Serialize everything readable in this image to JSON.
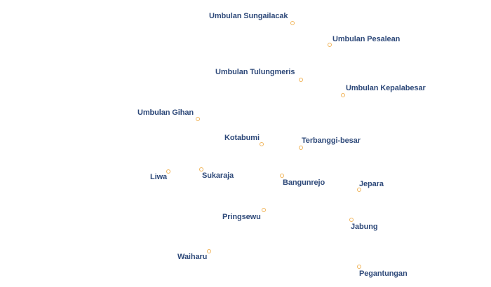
{
  "places": [
    {
      "name": "Umbulan Sungailacak"
    },
    {
      "name": "Umbulan Pesalean"
    },
    {
      "name": "Umbulan Tulungmeris"
    },
    {
      "name": "Umbulan Kepalabesar"
    },
    {
      "name": "Umbulan Gihan"
    },
    {
      "name": "Kotabumi"
    },
    {
      "name": "Terbanggi-besar"
    },
    {
      "name": "Liwa"
    },
    {
      "name": "Sukaraja"
    },
    {
      "name": "Bangunrejo"
    },
    {
      "name": "Jepara"
    },
    {
      "name": "Pringsewu"
    },
    {
      "name": "Jabung"
    },
    {
      "name": "Waiharu"
    },
    {
      "name": "Pegantungan"
    }
  ],
  "colors": {
    "marker_stroke": "#f0b45a",
    "marker_fill": "#ffffff",
    "label_text": "#2f4a7a",
    "label_halo": "#ffffff"
  }
}
